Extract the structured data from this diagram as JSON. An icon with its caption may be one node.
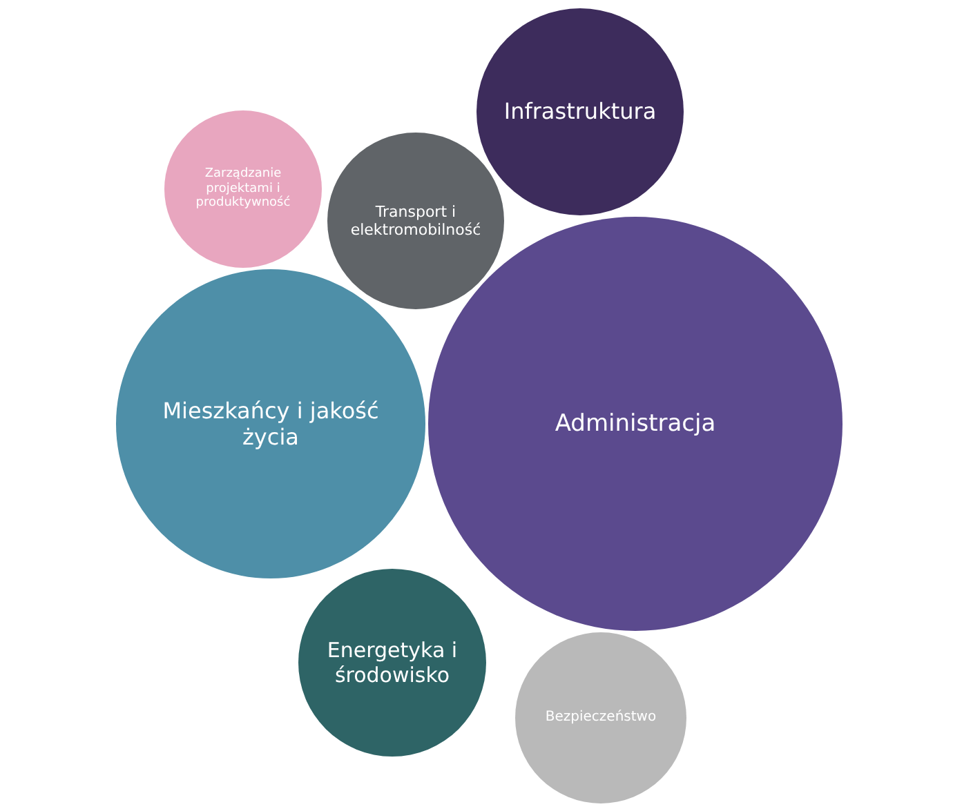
{
  "diagram": {
    "nodes": [
      {
        "text": [
          "Infrastruktura"
        ]
      },
      {
        "text": [
          "Zarządzanie projektami i produktywność"
        ]
      },
      {
        "text": [
          "Transport i elektromobilność"
        ]
      },
      {
        "text": [
          "Mieszkańcy i jakość życia"
        ]
      },
      {
        "text": [
          "Administracja"
        ]
      },
      {
        "text": [
          "Energetyka i środowisko"
        ]
      },
      {
        "text": [
          "Bezpieczeństwo"
        ]
      }
    ]
  }
}
